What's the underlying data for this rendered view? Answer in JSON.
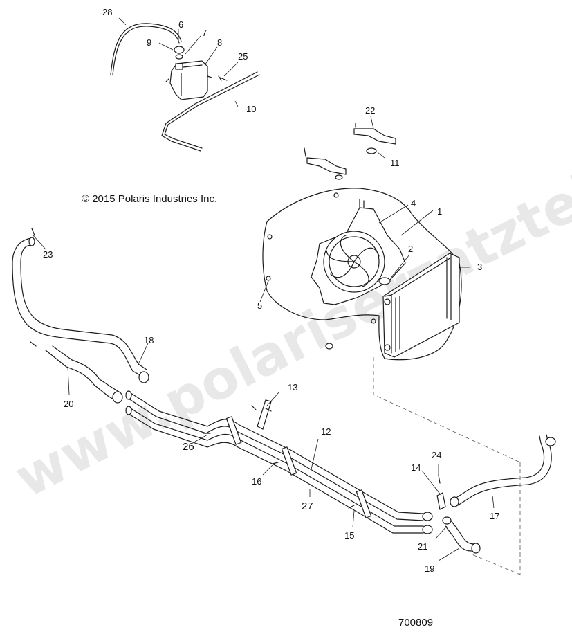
{
  "copyright": "© 2015 Polaris Industries Inc.",
  "drawing_number": "700809",
  "watermark": "www.polariserzatzteile.de",
  "callouts": {
    "c1": "1",
    "c2": "2",
    "c3": "3",
    "c4": "4",
    "c5": "5",
    "c6": "6",
    "c7": "7",
    "c8": "8",
    "c9": "9",
    "c10": "10",
    "c11": "11",
    "c12": "12",
    "c13": "13",
    "c14": "14",
    "c15": "15",
    "c16": "16",
    "c17": "17",
    "c18": "18",
    "c19": "19",
    "c20": "20",
    "c21": "21",
    "c22": "22",
    "c23": "23",
    "c24": "24",
    "c25": "25",
    "c26": "26",
    "c27": "27",
    "c28": "28"
  }
}
